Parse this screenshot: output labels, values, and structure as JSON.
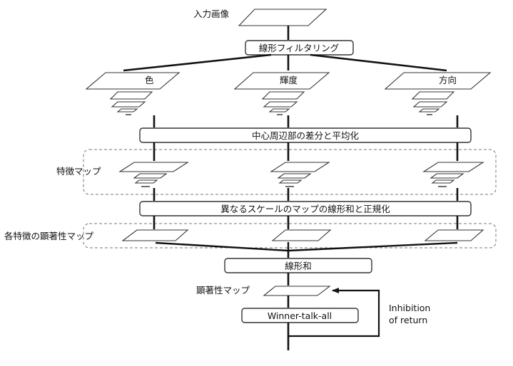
{
  "input_label": "入力画像",
  "linear_filtering": "線形フィルタリング",
  "channels": [
    "色",
    "輝度",
    "方向"
  ],
  "center_surround": "中心周辺部の差分と平均化",
  "feature_maps": "特徴マップ",
  "normalization": "異なるスケールのマップの線形和と正規化",
  "conspicuity_maps": "各特徴の顕著性マップ",
  "linear_sum": "線形和",
  "saliency_map": "顕著性マップ",
  "wta": "Winner-talk-all",
  "ior_line1": "Inhibition",
  "ior_line2": "of return"
}
